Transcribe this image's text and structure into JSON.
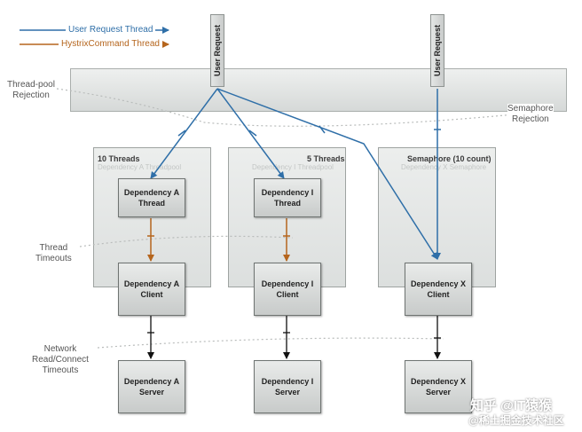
{
  "legend": {
    "user_request_thread": "User Request Thread",
    "hystrix_command_thread": "HystrixCommand Thread",
    "user_color": "#2f6fa8",
    "hystrix_color": "#b5651d"
  },
  "user_request_label": "User Request",
  "side_labels": {
    "thread_pool_rejection": "Thread-pool\nRejection",
    "semaphore_rejection": "Semaphore\nRejection",
    "thread_timeouts": "Thread\nTimeouts",
    "network_timeouts": "Network\nRead/Connect\nTimeouts"
  },
  "pools": [
    {
      "title": "10 Threads",
      "subtitle": "Dependency A Threadpool",
      "thread_box": "Dependency A\nThread",
      "client_box": "Dependency A\nClient",
      "server_box": "Dependency A\nServer"
    },
    {
      "title": "5 Threads",
      "subtitle": "Dependency I Threadpool",
      "thread_box": "Dependency I\nThread",
      "client_box": "Dependency I\nClient",
      "server_box": "Dependency I\nServer"
    },
    {
      "title": "Semaphore (10 count)",
      "subtitle": "Dependency X Semaphore",
      "client_box": "Dependency X\nClient",
      "server_box": "Dependency X\nServer"
    }
  ],
  "watermark": {
    "line1": "知乎 @IT猿猴",
    "line2": "@稀土掘金技术社区"
  }
}
